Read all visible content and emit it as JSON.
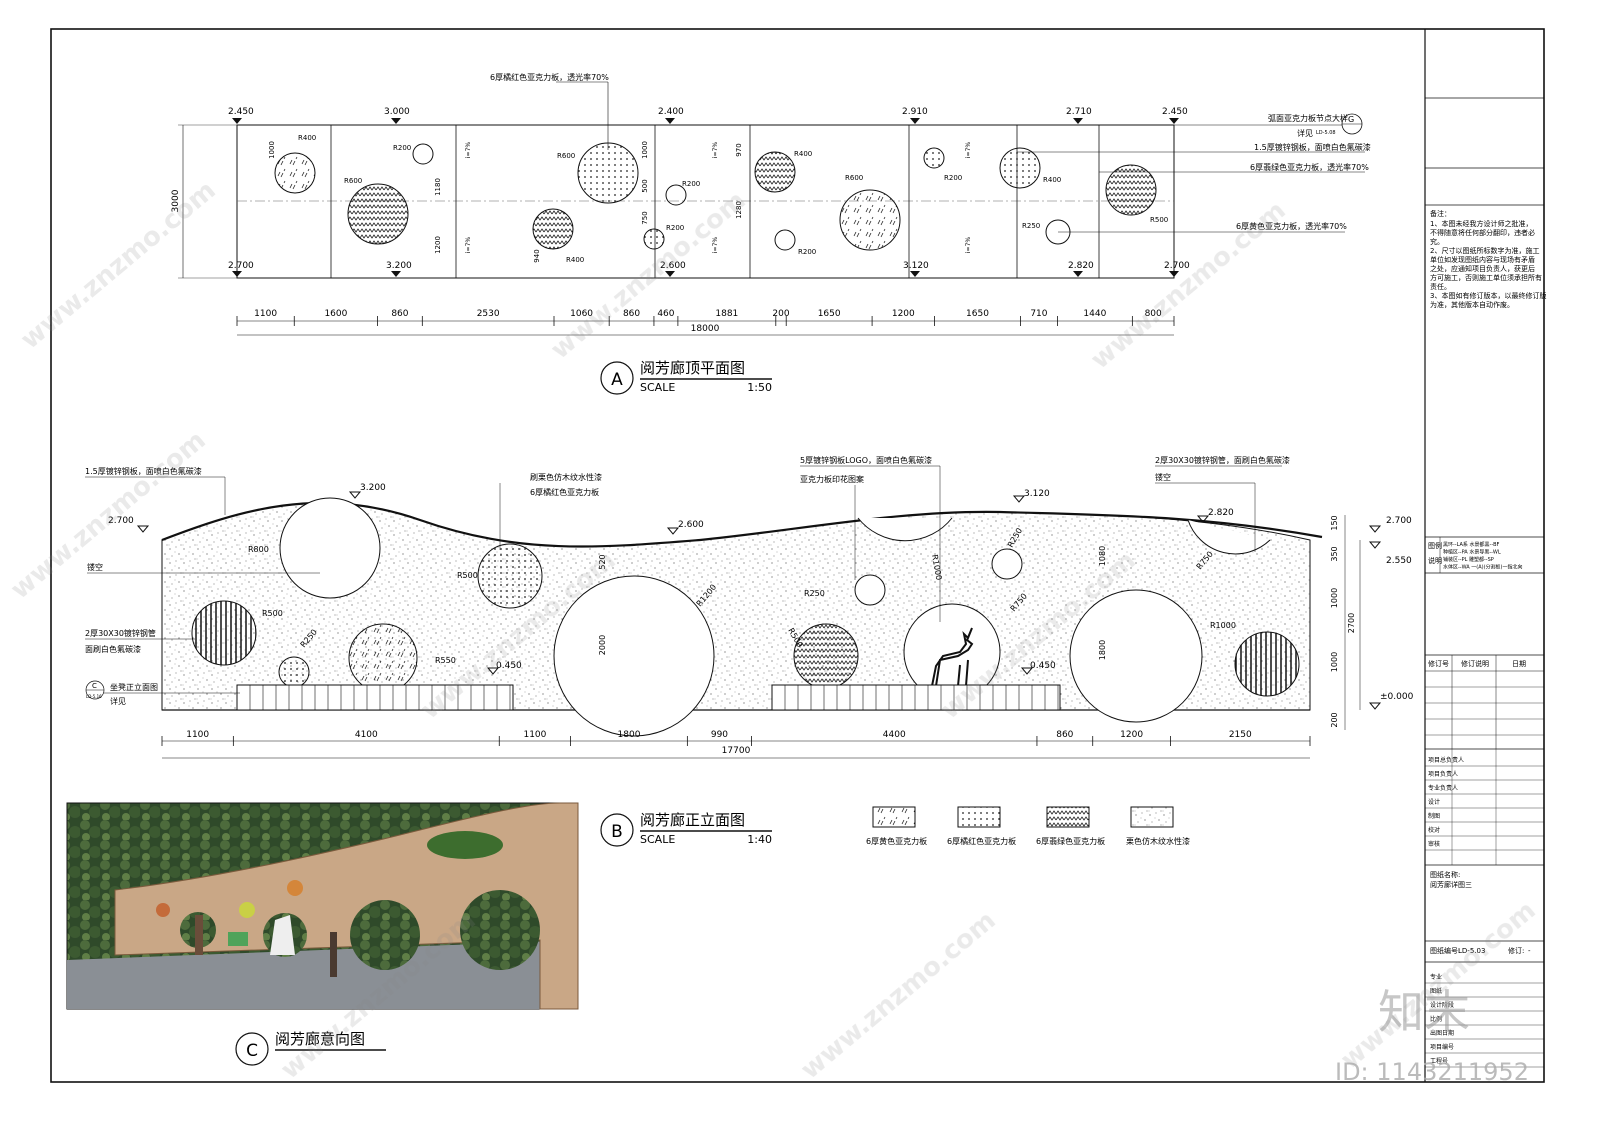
{
  "colors": {
    "line": "#111111",
    "hatch": "#333333",
    "photo_wall": "#c9a786",
    "photo_sky": "#6d8a62"
  },
  "plan": {
    "title": "阅芳廊顶平面图",
    "mark": "A",
    "scale_label": "SCALE",
    "scale_value": "1:50",
    "top_elevations": [
      "2.450",
      "3.000",
      "2.400",
      "2.910",
      "2.710",
      "2.450"
    ],
    "bottom_elevations": [
      "2.700",
      "3.200",
      "2.600",
      "3.120",
      "2.820",
      "2.700"
    ],
    "dims": [
      "1100",
      "1600",
      "860",
      "2530",
      "1060",
      "860",
      "460",
      "1881",
      "200",
      "1650",
      "1200",
      "1650",
      "710",
      "1440",
      "800"
    ],
    "total": "18000",
    "left_dim": "3000",
    "vert_dims": [
      "1000",
      "1180",
      "1200",
      "1000",
      "500",
      "750",
      "970",
      "1280",
      "940"
    ],
    "radii": [
      "R400",
      "R600",
      "R200",
      "R600",
      "R400",
      "R200",
      "R200",
      "R400",
      "R200",
      "R600",
      "R200",
      "R400",
      "R250",
      "R500"
    ],
    "slope": "i=7%",
    "notes": [
      {
        "text": "6厚橘红色亚克力板，透光率70%"
      },
      {
        "text": "弧面亚克力板节点大样"
      },
      {
        "text": "详见"
      },
      {
        "text": "1.5厚镀锌钢板，面喷白色氟碳漆"
      },
      {
        "text": "6厚翡绿色亚克力板，透光率70%"
      },
      {
        "text": "6厚黄色亚克力板，透光率70%"
      }
    ],
    "detail_ref": {
      "num": "G",
      "sheet": "LD-5.08"
    }
  },
  "elevation": {
    "title": "阅芳廊正立面图",
    "mark": "B",
    "scale_label": "SCALE",
    "scale_value": "1:40",
    "elev_labels": [
      "2.700",
      "3.200",
      "2.600",
      "3.120",
      "2.820",
      "0.450",
      "0.450",
      "2.700",
      "2.550",
      "±0.000"
    ],
    "notes": [
      "1.5厚镀锌钢板，面喷白色氟碳漆",
      "刷栗色仿木纹水性漆",
      "6厚橘红色亚克力板",
      "5厚镀锌钢板LOGO，面喷白色氟碳漆",
      "亚克力板印花图案",
      "2厚30X30镀锌钢管，面刷白色氟碳漆",
      "镂空",
      "镂空",
      "2厚30X30镀锌钢管",
      "面刷白色氟碳漆",
      "坐凳正立面图",
      "详见"
    ],
    "radii": [
      "R800",
      "R500",
      "R500",
      "R250",
      "R550",
      "R1200",
      "R250",
      "R500",
      "R1000",
      "R250",
      "R750",
      "R1000",
      "R750"
    ],
    "vert_dims": [
      "520",
      "2000",
      "1080",
      "1800",
      "150",
      "350",
      "1000",
      "2700",
      "1000",
      "200"
    ],
    "dims": [
      "1100",
      "4100",
      "1100",
      "1800",
      "990",
      "4400",
      "860",
      "1200",
      "2150"
    ],
    "total": "17700",
    "detail_ref": {
      "num": "C",
      "sheet": "LD-5.16"
    }
  },
  "photo": {
    "title": "阅芳廊意向图",
    "mark": "C"
  },
  "legend": [
    {
      "label": "6厚黄色亚克力板",
      "pattern": "pat-yellow"
    },
    {
      "label": "6厚橘红色亚克力板",
      "pattern": "pat-dots"
    },
    {
      "label": "6厚翡绿色亚克力板",
      "pattern": "pat-wave"
    },
    {
      "label": "栗色仿木纹水性漆",
      "pattern": "pat-stipple"
    }
  ],
  "title_block": {
    "notes_heading": "备注：",
    "notes": [
      "1、本图未经我方设计师之批准，",
      "不得随意将任何部分翻印，违者必",
      "究。",
      "2、尺寸以图纸所标数字为准，施工",
      "单位如发现图纸内容与现场有矛盾",
      "之处，应通知项目负责人，获更后",
      "方可施工，否则施工单位须承担所有",
      "责任。",
      "3、本图如有修订版本，以最终修订版",
      "为准，其他版本自动作废。"
    ],
    "legend_head": [
      "图例",
      "说明"
    ],
    "legend_rows": [
      "黑环--LA系  水景都黑--BF",
      "种植区--PA  水景导黑--WL",
      "铺装区--PL  雕塑都--SP",
      "水体区--WA  一(A)(分割板)一指北向"
    ],
    "rev_head": [
      "修订号",
      "修订说明",
      "日期"
    ],
    "roles": [
      "项目总负责人",
      "项目负责人",
      "专业负责人",
      "设计",
      "制图",
      "校对",
      "审核"
    ],
    "drawing_name_label": "图纸名称:",
    "drawing_name": "阅芳廊详图三",
    "drawing_no_label": "图纸编号:",
    "drawing_no": "LD-5.03",
    "rev_label": "修订:",
    "rev_value": "-",
    "bottom_rows": [
      "专业",
      "图纸",
      "设计阶段",
      "比例",
      "出图日期",
      "项目编号",
      "工程号"
    ]
  },
  "watermark": {
    "text": "www.znzmo.com",
    "brand": "知末",
    "id": "ID: 1143211952"
  }
}
